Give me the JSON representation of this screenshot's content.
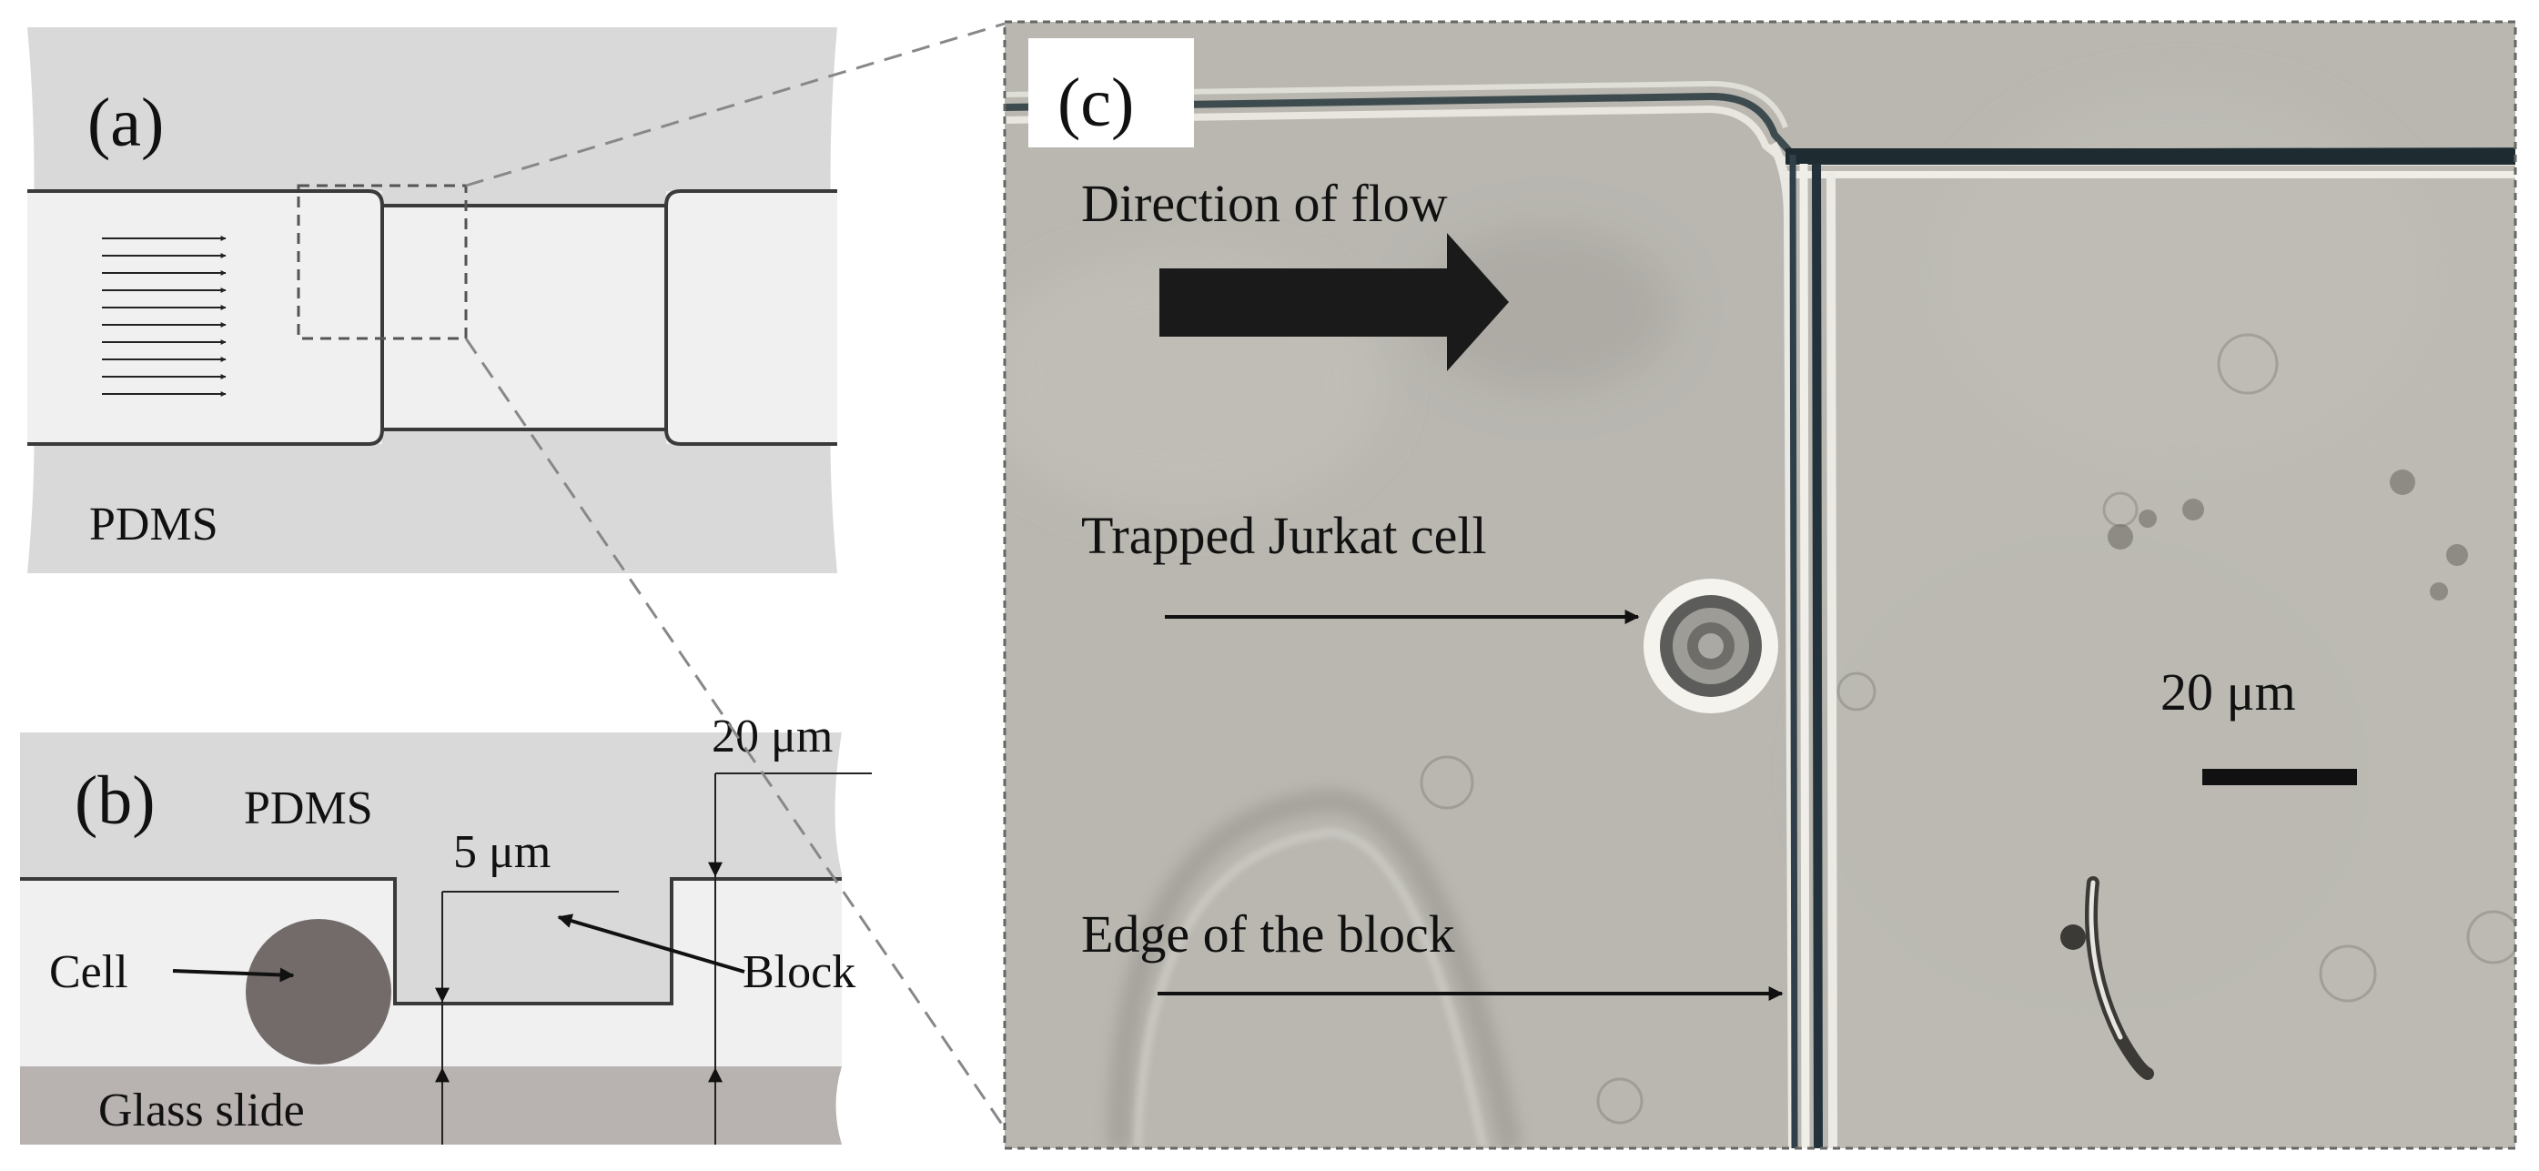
{
  "panel_a": {
    "label": "(a)",
    "material": "PDMS"
  },
  "panel_b": {
    "label": "(b)",
    "material": "PDMS",
    "dim_gap": "5 μm",
    "dim_height": "20 μm",
    "cell": "Cell",
    "block": "Block",
    "substrate": "Glass slide"
  },
  "panel_c": {
    "label": "(c)",
    "flow": "Direction of flow",
    "trapped_cell": "Trapped Jurkat cell",
    "scale_bar": "20 μm",
    "block_edge": "Edge of the block"
  },
  "colors": {
    "pdms": "#d9d9d9",
    "channel": "#f0f0f0",
    "glass": "#b8b2b0",
    "cell": "#736b69",
    "micrograph": "#b9b7b0",
    "outline": "#3a3a3a"
  }
}
